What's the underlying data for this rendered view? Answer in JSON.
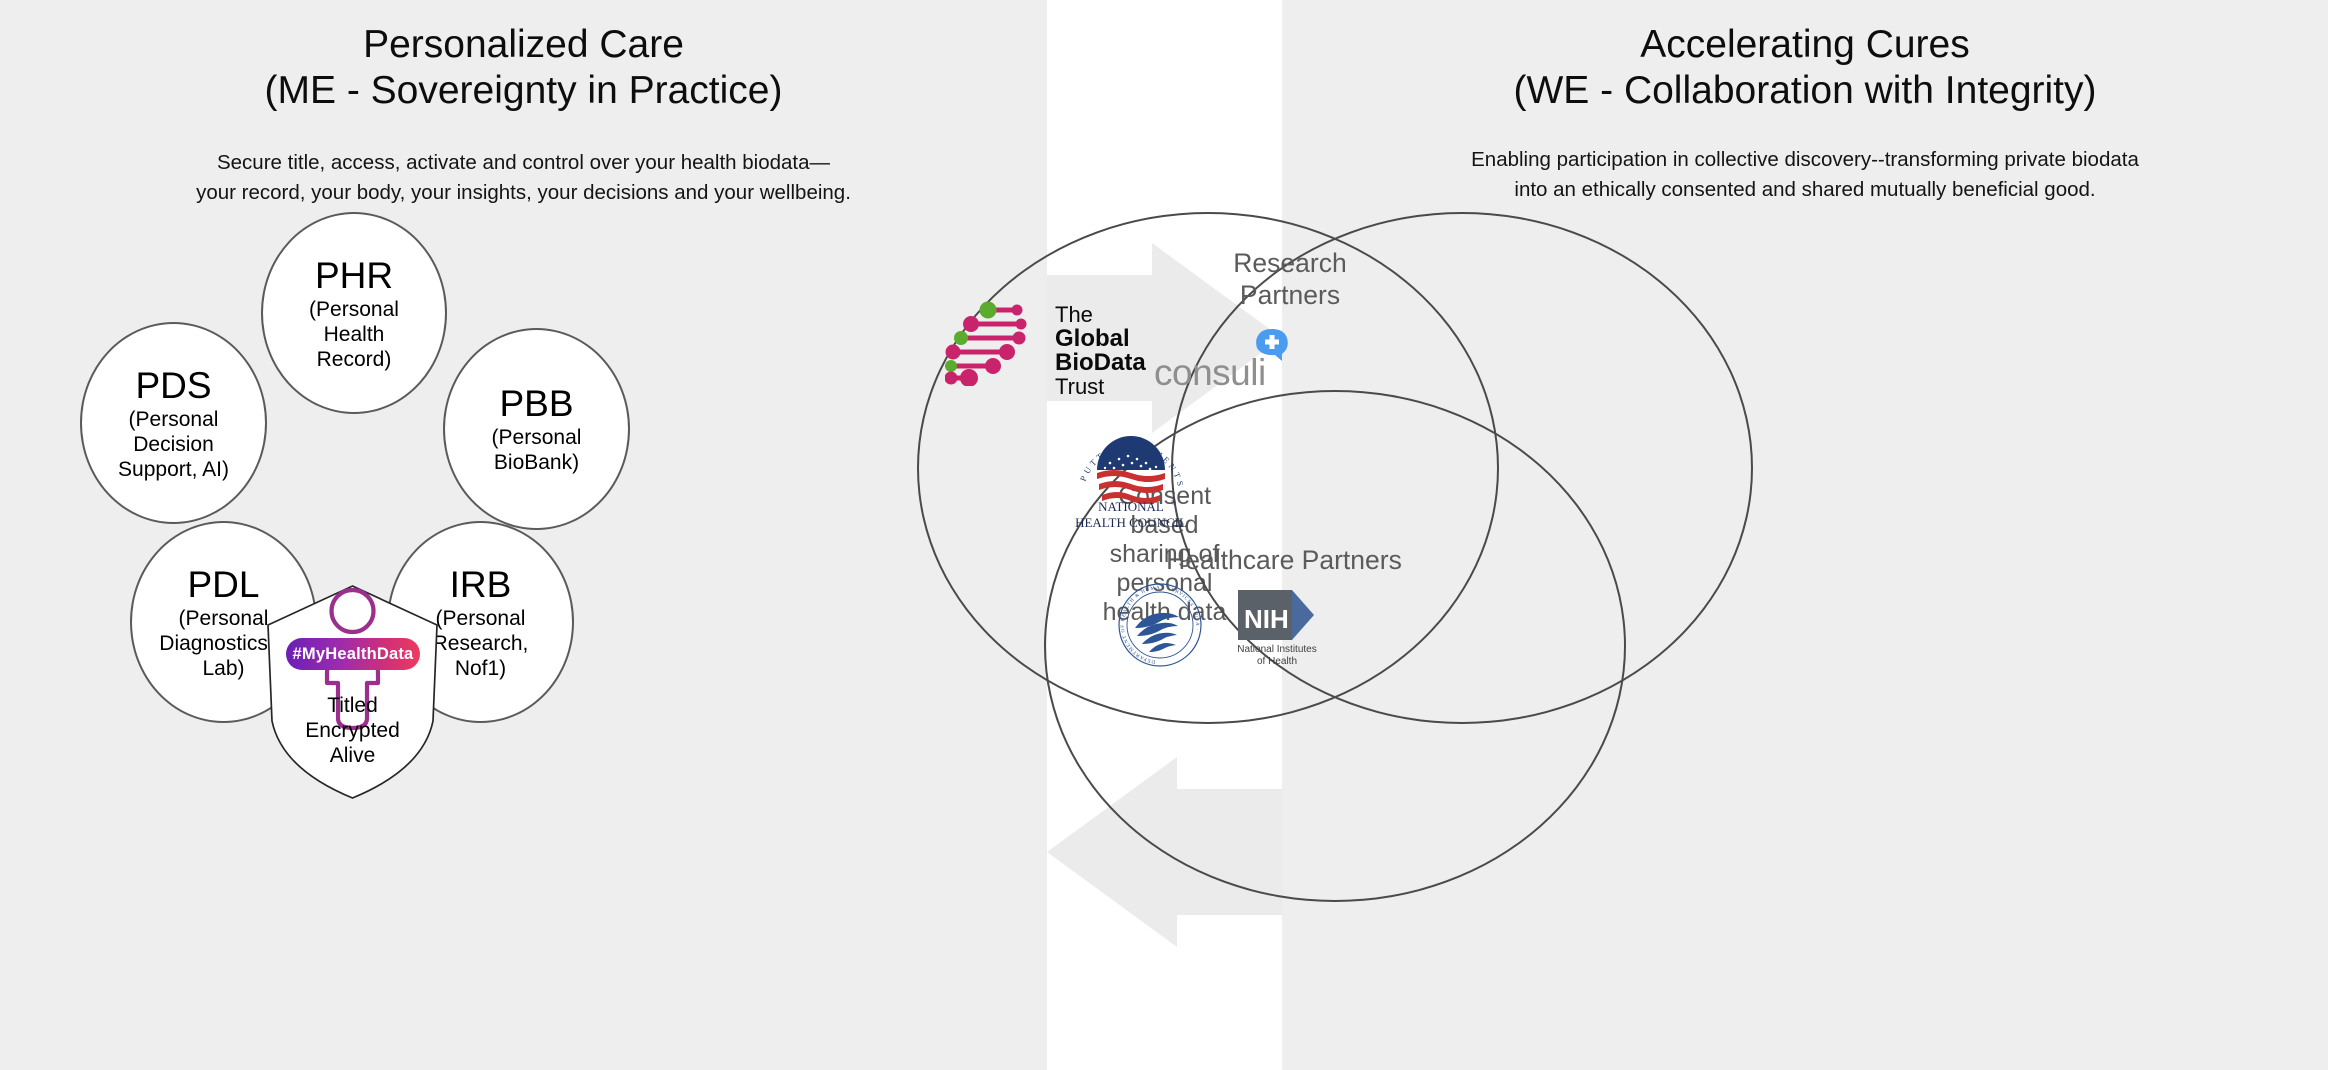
{
  "left": {
    "title_line1": "Personalized Care",
    "title_line2": "(ME - Sovereignty in Practice)",
    "subtitle_line1": "Secure title, access, activate and control over your health biodata—",
    "subtitle_line2": "your record, your body, your insights, your decisions and your wellbeing.",
    "lobes": [
      {
        "abbr": "PHR",
        "full_line1": "(Personal",
        "full_line2": "Health",
        "full_line3": "Record)"
      },
      {
        "abbr": "PDS",
        "full_line1": "(Personal",
        "full_line2": "Decision",
        "full_line3": "Support, AI)"
      },
      {
        "abbr": "PBB",
        "full_line1": "(Personal",
        "full_line2": "BioBank)",
        "full_line3": ""
      },
      {
        "abbr": "PDL",
        "full_line1": "(Personal",
        "full_line2": "Diagnostics &",
        "full_line3": "Lab)"
      },
      {
        "abbr": "IRB",
        "full_line1": "(Personal",
        "full_line2": "Research,",
        "full_line3": "Nof1)"
      }
    ],
    "shield": {
      "badge_label": "#MyHealthData",
      "caption_line1": "Titled",
      "caption_line2": "Encrypted",
      "caption_line3": "Alive",
      "badge_gradient_start": "#6a1fb5",
      "badge_gradient_end": "#ee3a5f",
      "person_color": "#9b2f8f"
    }
  },
  "center": {
    "flow_line1": "Consent",
    "flow_line2": "based",
    "flow_line3": "sharing of",
    "flow_line4": "personal",
    "flow_line5": "health data",
    "arrow_color": "#ebebeb",
    "panel_color": "#ffffff"
  },
  "right": {
    "title_line1": "Accelerating Cures",
    "title_line2": "(WE - Collaboration with Integrity)",
    "subtitle_line1": "Enabling participation in collective discovery--transforming private biodata",
    "subtitle_line2": "into an ethically consented and shared mutually beneficial good.",
    "venn_labels": {
      "research": "Research\nPartners",
      "research_line1": "Research",
      "research_line2": "Partners",
      "healthcare": "Healthcare Partners"
    },
    "logos": {
      "gbt": {
        "line1": "The",
        "line2": "Global",
        "line3": "BioData",
        "line4": "Trust",
        "dot_magenta": "#c9246b",
        "dot_green": "#5aab2e"
      },
      "consuli": {
        "wordmark": "consuli",
        "bubble_color": "#4a9cf0",
        "text_color": "#8f8f8f"
      },
      "nhc": {
        "arc_text": "PUTTING PATIENTS FIRST",
        "line1": "NATIONAL",
        "line2": "HEALTH COUNCIL",
        "navy": "#1f3a73",
        "red": "#c8312f"
      },
      "hhs": {
        "arc_text": "DEPARTMENT OF HEALTH & HUMAN SERVICES · USA ·",
        "color": "#2e5596"
      },
      "nih": {
        "wordmark": "NIH",
        "caption_line1": "National Institutes",
        "caption_line2": "of Health",
        "gray": "#5b6168",
        "blue": "#4a6a9e"
      }
    }
  },
  "colors": {
    "page_bg": "#eeeeee",
    "lobe_stroke": "#5a5a5a",
    "venn_stroke": "#4a4a4a",
    "label_gray": "#5b5b5b",
    "text_black": "#0d0d0d"
  }
}
